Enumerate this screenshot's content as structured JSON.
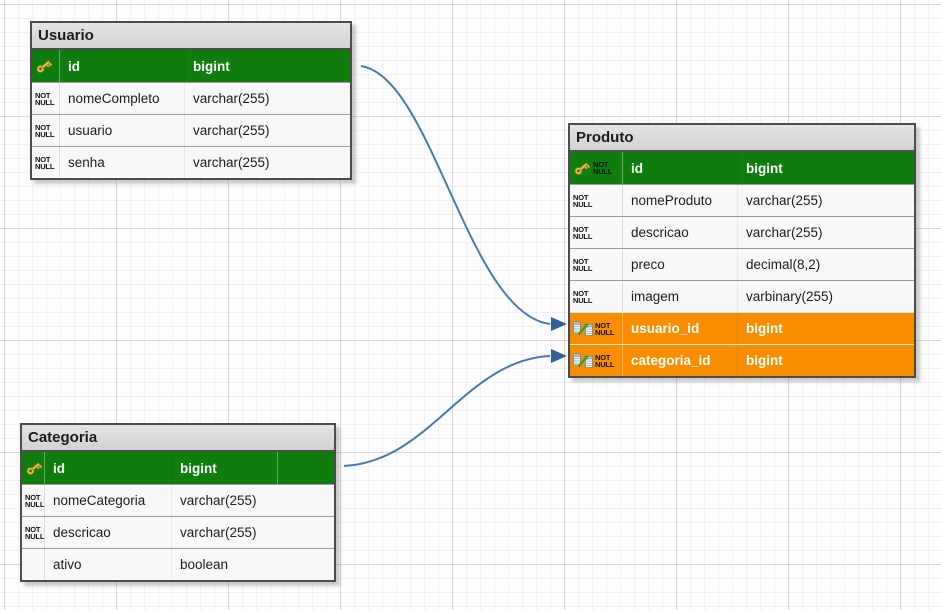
{
  "colors": {
    "primary_key_row": "#0e7d0e",
    "foreign_key_row": "#f98d00",
    "relation_line": "#4a79ad",
    "relation_arrowhead": "#2f6396",
    "table_header_bg": "#d9d9d9",
    "table_border": "#4c4c4c"
  },
  "tables": [
    {
      "title": "Usuario",
      "columns": [
        {
          "key": "PK",
          "nn": "",
          "name": "id",
          "type": "bigint"
        },
        {
          "key": "",
          "nn": "NOT NULL",
          "name": "nomeCompleto",
          "type": "varchar(255)"
        },
        {
          "key": "",
          "nn": "NOT NULL",
          "name": "usuario",
          "type": "varchar(255)"
        },
        {
          "key": "",
          "nn": "NOT NULL",
          "name": "senha",
          "type": "varchar(255)"
        }
      ]
    },
    {
      "title": "Produto",
      "columns": [
        {
          "key": "PK",
          "nn": "NOT NULL",
          "name": "id",
          "type": "bigint"
        },
        {
          "key": "",
          "nn": "NOT NULL",
          "name": "nomeProduto",
          "type": "varchar(255)"
        },
        {
          "key": "",
          "nn": "NOT NULL",
          "name": "descricao",
          "type": "varchar(255)"
        },
        {
          "key": "",
          "nn": "NOT NULL",
          "name": "preco",
          "type": "decimal(8,2)"
        },
        {
          "key": "",
          "nn": "NOT NULL",
          "name": "imagem",
          "type": "varbinary(255)"
        },
        {
          "key": "FK",
          "nn": "NOT NULL",
          "name": "usuario_id",
          "type": "bigint"
        },
        {
          "key": "FK",
          "nn": "NOT NULL",
          "name": "categoria_id",
          "type": "bigint"
        }
      ]
    },
    {
      "title": "Categoria",
      "columns": [
        {
          "key": "PK",
          "nn": "",
          "name": "id",
          "type": "bigint"
        },
        {
          "key": "",
          "nn": "NOT NULL",
          "name": "nomeCategoria",
          "type": "varchar(255)"
        },
        {
          "key": "",
          "nn": "NOT NULL",
          "name": "descricao",
          "type": "varchar(255)"
        },
        {
          "key": "",
          "nn": "",
          "name": "ativo",
          "type": "boolean"
        }
      ]
    }
  ],
  "relations": [
    {
      "from": "Usuario.id",
      "to": "Produto.usuario_id"
    },
    {
      "from": "Categoria.id",
      "to": "Produto.categoria_id"
    }
  ]
}
